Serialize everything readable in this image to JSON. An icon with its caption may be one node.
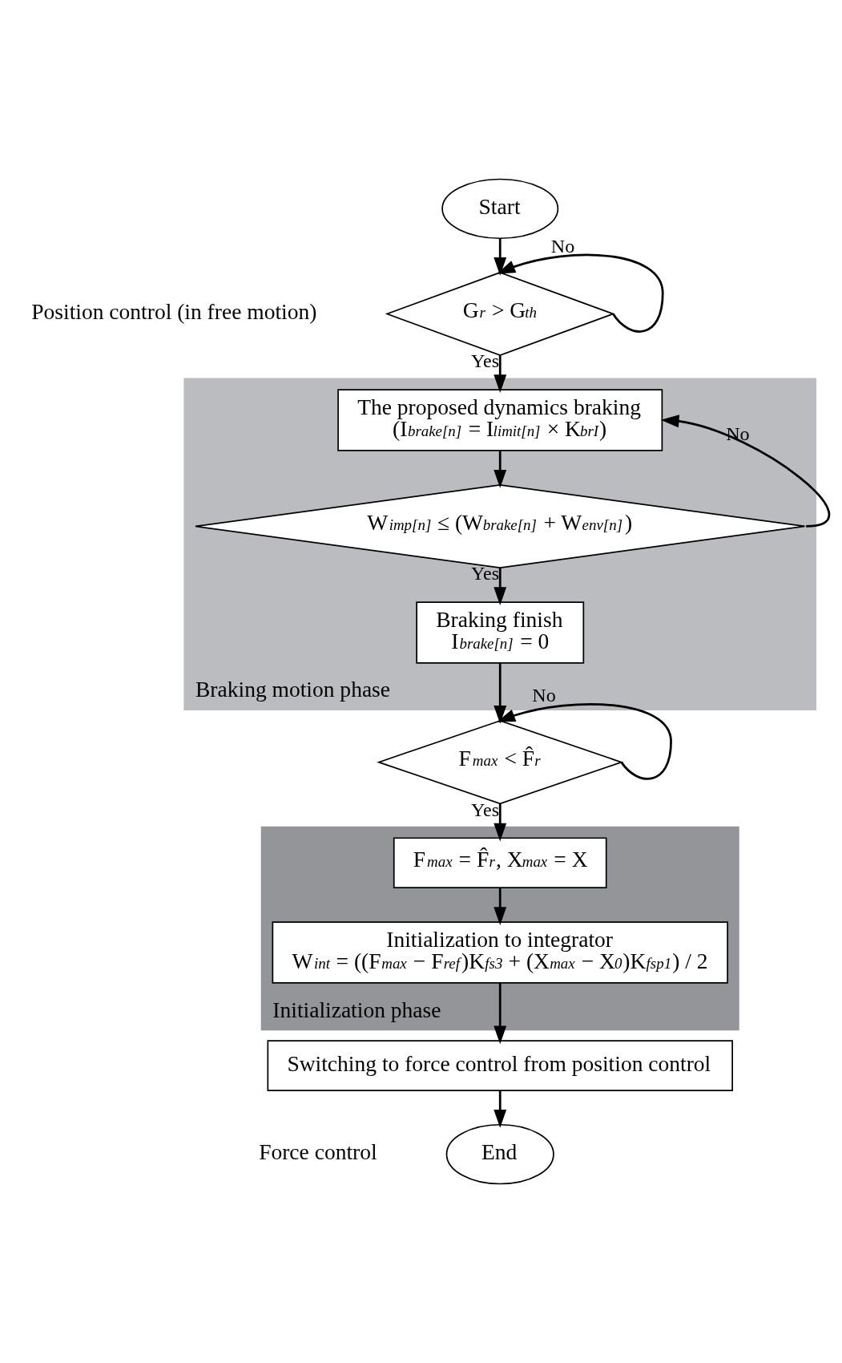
{
  "diagram": {
    "nodes": [
      {
        "text": [
          "Start"
        ]
      },
      {
        "text": [
          "G$_{r}$ > G$_{th}$"
        ]
      },
      {
        "text": [
          "Braking motion phase"
        ]
      },
      {
        "text": [
          "The proposed dynamics braking",
          "(I$_{brake[n]}$ = I$_{limit[n]}$ × K$_{brI}$)"
        ],
        "in": 2
      },
      {
        "text": [
          "W$_{imp[n]}$ ≤ (W$_{brake[n]}$ + W$_{env[n]}$)"
        ],
        "in": 2
      },
      {
        "text": [
          "Braking finish",
          "I$_{brake[n]}$ = 0"
        ],
        "in": 2
      },
      {
        "text": [
          "F$_{max}$ < F̂$_{r}$"
        ]
      },
      {
        "text": [
          "Initialization phase"
        ]
      },
      {
        "text": [
          "F$_{max}$ = F̂$_{r}$, X$_{max}$ = X"
        ],
        "in": 7
      },
      {
        "text": [
          "Initialization to integrator",
          "W$_{int}$ = ((F$_{max}$ − F$_{ref}$)K$_{fs3}$ + (X$_{max}$ − X$_{0}$)K$_{fsp1}$) / 2"
        ],
        "in": 7
      },
      {
        "text": [
          "Switching to force control from position control"
        ]
      },
      {
        "text": [
          "End"
        ]
      }
    ],
    "edges": [
      {
        "from": 0,
        "to": 1,
        "arrow": "to"
      },
      {
        "from": 1,
        "to": 1,
        "arrow": "to",
        "label": "No"
      },
      {
        "from": 1,
        "to": 3,
        "arrow": "to",
        "label": "Yes"
      },
      {
        "from": 3,
        "to": 4,
        "arrow": "to"
      },
      {
        "from": 4,
        "to": 3,
        "arrow": "to",
        "label": "No"
      },
      {
        "from": 4,
        "to": 5,
        "arrow": "to",
        "label": "Yes"
      },
      {
        "from": 5,
        "to": 6,
        "arrow": "to"
      },
      {
        "from": 6,
        "to": 6,
        "arrow": "to",
        "label": "No"
      },
      {
        "from": 6,
        "to": 8,
        "arrow": "to",
        "label": "Yes"
      },
      {
        "from": 8,
        "to": 9,
        "arrow": "to"
      },
      {
        "from": 9,
        "to": 10,
        "arrow": "to"
      },
      {
        "from": 10,
        "to": 11,
        "arrow": "to"
      }
    ],
    "labels": [
      "Position control (in free motion)",
      "Force control"
    ]
  }
}
